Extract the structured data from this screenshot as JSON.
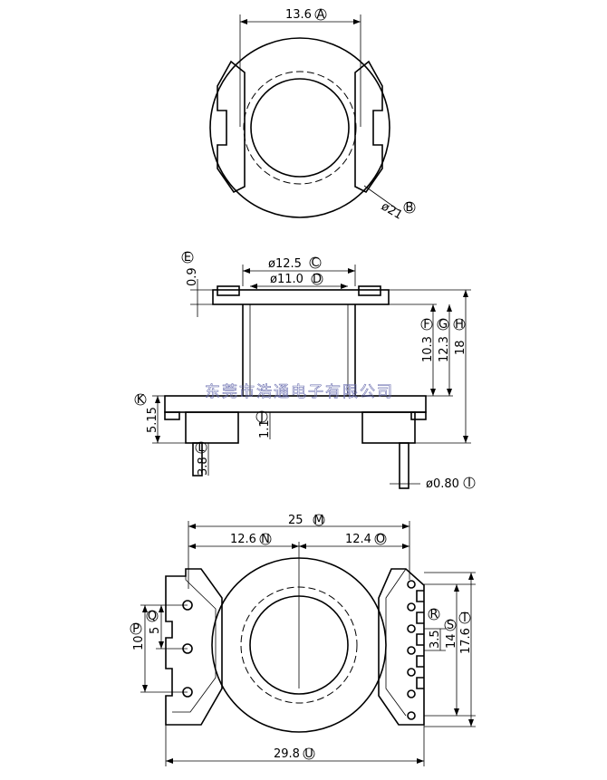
{
  "watermark": "东莞市浩通电子有限公司",
  "top_view": {
    "dims": [
      {
        "value": "13.6",
        "ref": "A"
      },
      {
        "value": "ø21",
        "ref": "B"
      }
    ]
  },
  "side_view": {
    "dims": [
      {
        "value": "ø12.5",
        "ref": "C"
      },
      {
        "value": "ø11.0",
        "ref": "D"
      },
      {
        "value": "0.9",
        "ref": "E"
      },
      {
        "value": "10.3",
        "ref": "F"
      },
      {
        "value": "12.3",
        "ref": "G"
      },
      {
        "value": "18",
        "ref": "H"
      },
      {
        "value": "1.1",
        "ref": "J"
      },
      {
        "value": "5.15",
        "ref": "K"
      },
      {
        "value": "3.8",
        "ref": "L"
      },
      {
        "value": "ø0.80",
        "ref": "I"
      }
    ]
  },
  "bottom_view": {
    "dims": [
      {
        "value": "25",
        "ref": "M"
      },
      {
        "value": "12.6",
        "ref": "N"
      },
      {
        "value": "12.4",
        "ref": "O"
      },
      {
        "value": "10",
        "ref": "P"
      },
      {
        "value": "5",
        "ref": "Q"
      },
      {
        "value": "3.5",
        "ref": "R"
      },
      {
        "value": "14",
        "ref": "S"
      },
      {
        "value": "17.6",
        "ref": "T"
      },
      {
        "value": "29.8",
        "ref": "U"
      }
    ]
  }
}
